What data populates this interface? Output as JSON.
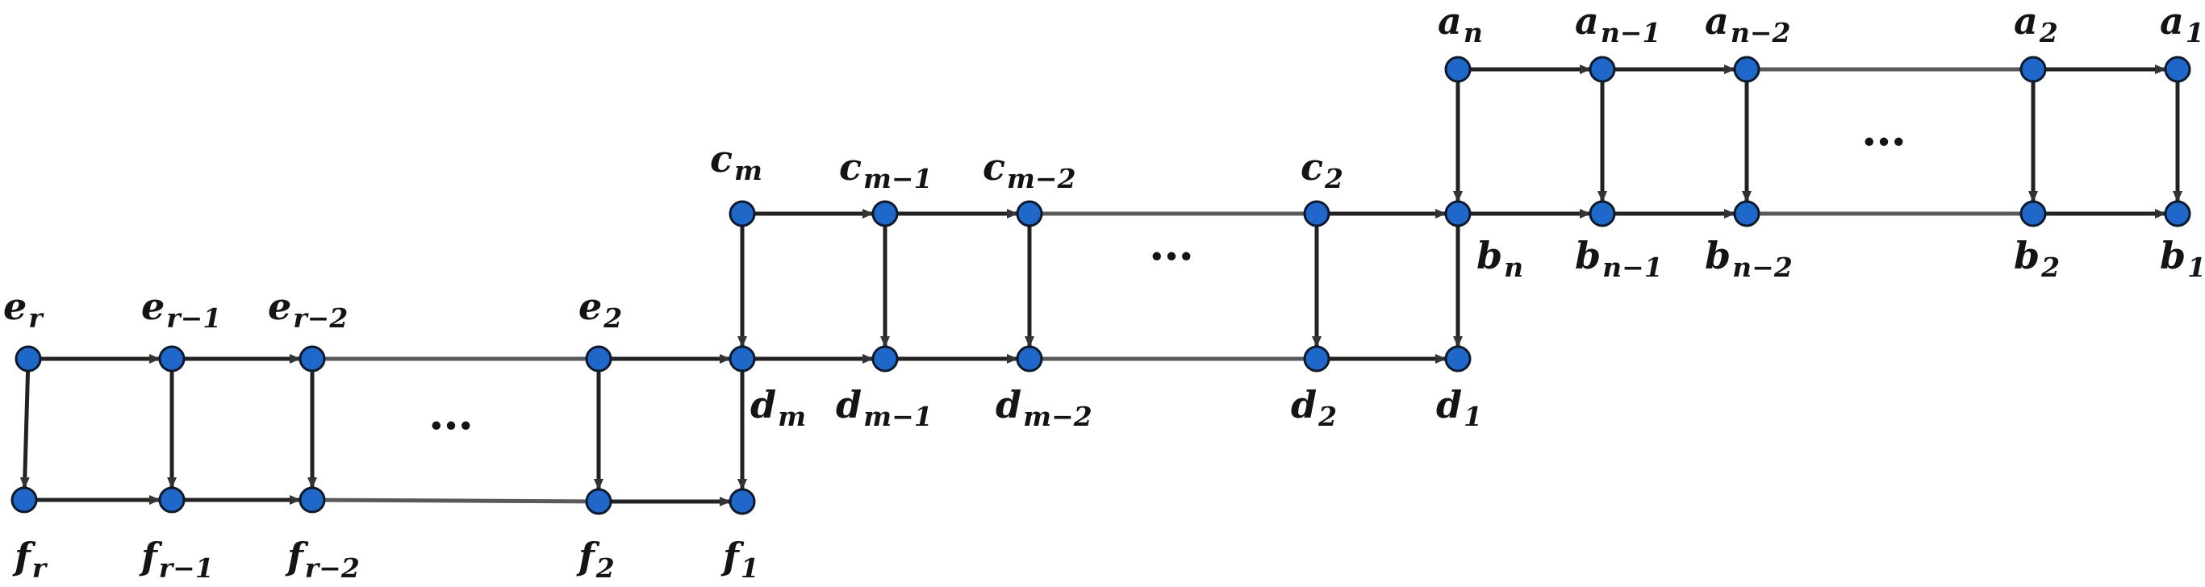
{
  "colors": {
    "node_fill": "#1f67c9",
    "node_stroke": "#0e1a2b",
    "edge": "#222222",
    "edge_light": "#5a5a5a",
    "label": "#141414"
  },
  "nodes": [
    {
      "id": "a_n",
      "main": "a",
      "sub": "n"
    },
    {
      "id": "a_n-1",
      "main": "a",
      "sub": "n−1"
    },
    {
      "id": "a_n-2",
      "main": "a",
      "sub": "n−2"
    },
    {
      "id": "a_2",
      "main": "a",
      "sub": "2"
    },
    {
      "id": "a_1",
      "main": "a",
      "sub": "1"
    },
    {
      "id": "b_n",
      "main": "b",
      "sub": "n"
    },
    {
      "id": "b_n-1",
      "main": "b",
      "sub": "n−1"
    },
    {
      "id": "b_n-2",
      "main": "b",
      "sub": "n−2"
    },
    {
      "id": "b_2",
      "main": "b",
      "sub": "2"
    },
    {
      "id": "b_1",
      "main": "b",
      "sub": "1"
    },
    {
      "id": "c_m",
      "main": "c",
      "sub": "m"
    },
    {
      "id": "c_m-1",
      "main": "c",
      "sub": "m−1"
    },
    {
      "id": "c_m-2",
      "main": "c",
      "sub": "m−2"
    },
    {
      "id": "c_2",
      "main": "c",
      "sub": "2"
    },
    {
      "id": "d_m",
      "main": "d",
      "sub": "m"
    },
    {
      "id": "d_m-1",
      "main": "d",
      "sub": "m−1"
    },
    {
      "id": "d_m-2",
      "main": "d",
      "sub": "m−2"
    },
    {
      "id": "d_2",
      "main": "d",
      "sub": "2"
    },
    {
      "id": "d_1",
      "main": "d",
      "sub": "1"
    },
    {
      "id": "e_r",
      "main": "e",
      "sub": "r"
    },
    {
      "id": "e_r-1",
      "main": "e",
      "sub": "r−1"
    },
    {
      "id": "e_r-2",
      "main": "e",
      "sub": "r−2"
    },
    {
      "id": "e_2",
      "main": "e",
      "sub": "2"
    },
    {
      "id": "f_r",
      "main": "f",
      "sub": "r"
    },
    {
      "id": "f_r-1",
      "main": "f",
      "sub": "r−1"
    },
    {
      "id": "f_r-2",
      "main": "f",
      "sub": "r−2"
    },
    {
      "id": "f_2",
      "main": "f",
      "sub": "2"
    },
    {
      "id": "f_1",
      "main": "f",
      "sub": "1"
    }
  ],
  "edges": [
    {
      "from": "a_n",
      "to": "a_n-1"
    },
    {
      "from": "a_n-1",
      "to": "a_n-2"
    },
    {
      "from": "a_n-2",
      "to": "a_2",
      "style": "gap"
    },
    {
      "from": "a_2",
      "to": "a_1"
    },
    {
      "from": "a_n",
      "to": "b_n"
    },
    {
      "from": "a_n-1",
      "to": "b_n-1"
    },
    {
      "from": "a_n-2",
      "to": "b_n-2"
    },
    {
      "from": "a_2",
      "to": "b_2"
    },
    {
      "from": "a_1",
      "to": "b_1"
    },
    {
      "from": "b_n",
      "to": "b_n-1"
    },
    {
      "from": "b_n-1",
      "to": "b_n-2"
    },
    {
      "from": "b_n-2",
      "to": "b_2",
      "style": "gap"
    },
    {
      "from": "b_2",
      "to": "b_1"
    },
    {
      "from": "c_m",
      "to": "c_m-1"
    },
    {
      "from": "c_m-1",
      "to": "c_m-2"
    },
    {
      "from": "c_m-2",
      "to": "c_2",
      "style": "gap"
    },
    {
      "from": "c_2",
      "to": "b_n"
    },
    {
      "from": "c_m",
      "to": "d_m"
    },
    {
      "from": "c_m-1",
      "to": "d_m-1"
    },
    {
      "from": "c_m-2",
      "to": "d_m-2"
    },
    {
      "from": "c_2",
      "to": "d_2"
    },
    {
      "from": "b_n",
      "to": "d_1"
    },
    {
      "from": "d_m",
      "to": "d_m-1"
    },
    {
      "from": "d_m-1",
      "to": "d_m-2"
    },
    {
      "from": "d_m-2",
      "to": "d_2",
      "style": "gap"
    },
    {
      "from": "d_2",
      "to": "d_1"
    },
    {
      "from": "e_r",
      "to": "e_r-1"
    },
    {
      "from": "e_r-1",
      "to": "e_r-2"
    },
    {
      "from": "e_r-2",
      "to": "e_2",
      "style": "gap"
    },
    {
      "from": "e_2",
      "to": "d_m"
    },
    {
      "from": "e_r",
      "to": "f_r"
    },
    {
      "from": "e_r-1",
      "to": "f_r-1"
    },
    {
      "from": "e_r-2",
      "to": "f_r-2"
    },
    {
      "from": "e_2",
      "to": "f_2"
    },
    {
      "from": "d_m",
      "to": "f_1"
    },
    {
      "from": "f_r",
      "to": "f_r-1"
    },
    {
      "from": "f_r-1",
      "to": "f_r-2"
    },
    {
      "from": "f_r-2",
      "to": "f_2",
      "style": "gap"
    },
    {
      "from": "f_2",
      "to": "f_1"
    }
  ],
  "ellipses": [
    "…",
    "…",
    "…"
  ]
}
